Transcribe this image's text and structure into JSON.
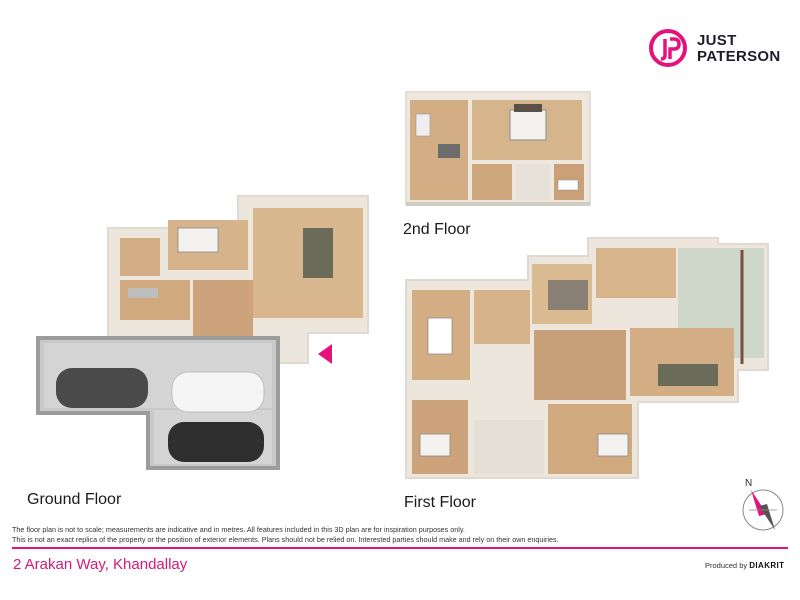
{
  "brand": {
    "line1": "JUST",
    "line2": "PATERSON",
    "accent_color": "#e5127d"
  },
  "floors": {
    "second": "2nd Floor",
    "ground": "Ground Floor",
    "first": "First Floor"
  },
  "compass": {
    "north_label": "N",
    "icon": "compass-rose-icon"
  },
  "disclaimer": {
    "line1": "The floor plan is not to scale; measurements are indicative and in metres. All features included in this 3D plan are for inspiration purposes only.",
    "line2": "This is not an exact replica of the property or the position of exterior elements. Plans should not be relied on. Interested parties should make and rely on their own enquiries."
  },
  "footer": {
    "address": "2 Arakan Way, Khandallay",
    "credit_prefix": "Produced by",
    "credit_brand": "DIAKRIT"
  }
}
